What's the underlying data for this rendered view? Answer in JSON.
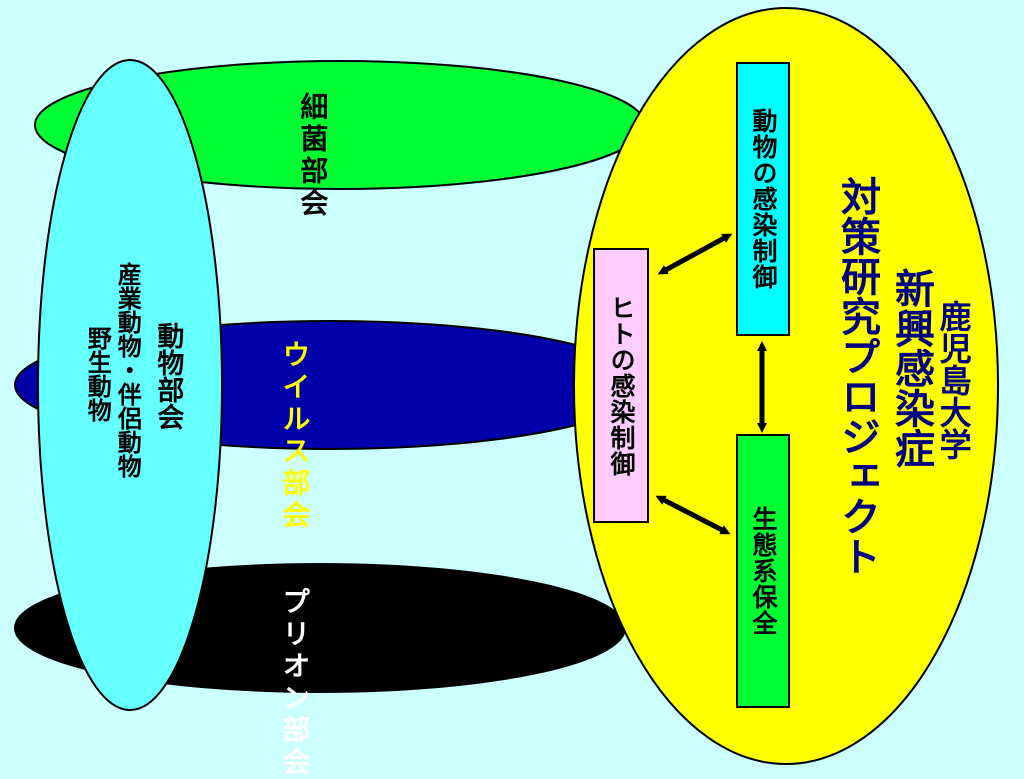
{
  "colors": {
    "background": "#ccffff",
    "bacteria": "#00ff33",
    "virus": "#0000aa",
    "prion": "#000000",
    "animal_ellipse": "#66ffff",
    "project_ellipse": "#ffff00",
    "animal_box": "#00ffff",
    "human_box": "#ffccff",
    "eco_box": "#00ff33"
  },
  "sections": {
    "bacteria": "細菌部会",
    "virus": "ウイルス部会",
    "prion": "プリオン部会"
  },
  "animal_section": {
    "lines": [
      "動物部会",
      "産業動物・伴侶動物",
      "野生動物"
    ]
  },
  "project": {
    "university": "鹿児島大学",
    "title_line1": "新興感染症",
    "title_line2": "対策研究プロジェクト"
  },
  "boxes": {
    "animal": "動物の感染制御",
    "human": "ヒトの感染制御",
    "ecosystem": "生態系保全"
  }
}
